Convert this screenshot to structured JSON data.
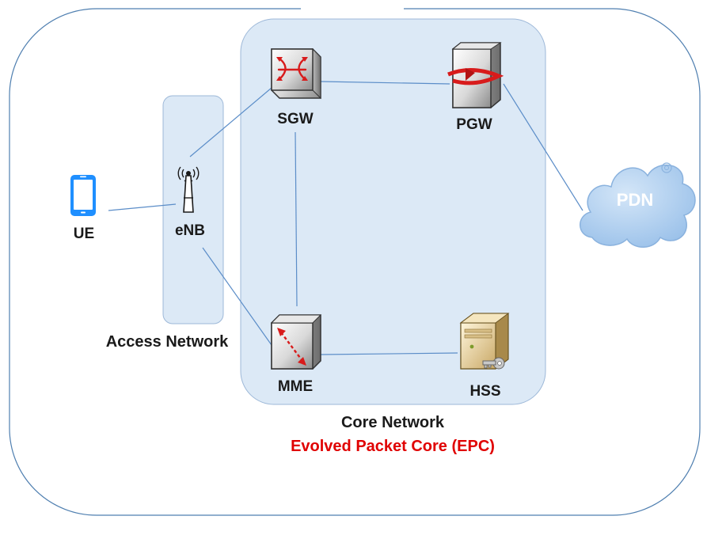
{
  "diagram": {
    "nodes": {
      "ue": "UE",
      "enb": "eNB",
      "sgw": "SGW",
      "pgw": "PGW",
      "mme": "MME",
      "hss": "HSS",
      "pdn": "PDN"
    },
    "regions": {
      "access_network": "Access Network",
      "core_network": "Core Network",
      "epc": "Evolved Packet Core (EPC)"
    },
    "colors": {
      "region_fill": "#dce9f6",
      "region_stroke": "#9db8d8",
      "outer_stroke": "#4f7fb0",
      "link": "#5b8dc8",
      "accent_red": "#e00000",
      "device_blue": "#1f8fff",
      "cloud_fill": "#b7d4f1"
    },
    "icons": {
      "ue": "smartphone-icon",
      "enb": "antenna-icon",
      "sgw": "router-icon",
      "pgw": "gateway-server-icon",
      "mme": "switch-icon",
      "hss": "key-server-icon",
      "pdn": "cloud-icon"
    }
  }
}
